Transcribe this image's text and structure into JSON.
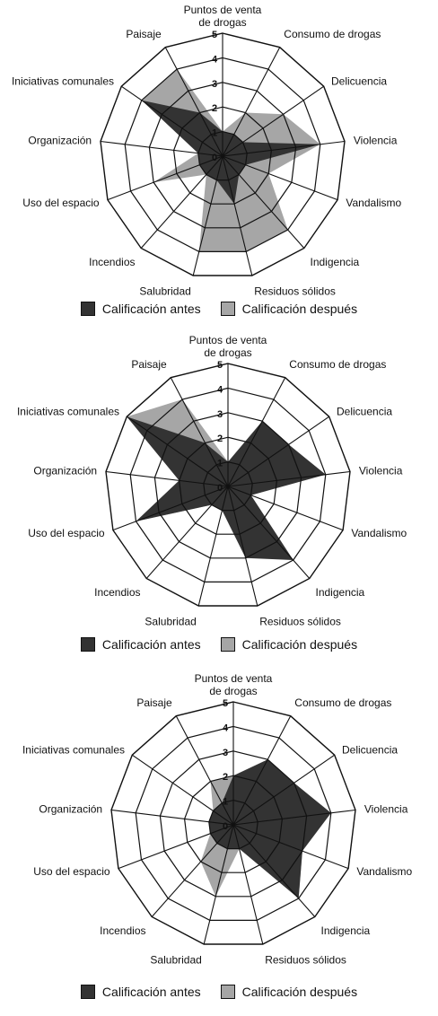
{
  "colors": {
    "antes": "#333333",
    "despues": "#a6a6a6",
    "grid": "#111111"
  },
  "legend": {
    "antes": "Calificación antes",
    "despues": "Calificación después"
  },
  "chart_data": [
    {
      "type": "radar",
      "categories": [
        "Puntos de venta de drogas",
        "Consumo de drogas",
        "Delicuencia",
        "Violencia",
        "Vandalismo",
        "Indigencia",
        "Residuos sólidos",
        "Salubridad",
        "Incendios",
        "Uso del espacio",
        "Organización",
        "Iniciativas comunales",
        "Paisaje"
      ],
      "rlim": [
        0,
        5
      ],
      "ticks": [
        "0",
        "1",
        "2",
        "3",
        "4",
        "5"
      ],
      "series": [
        {
          "name": "Calificación antes",
          "values": [
            1,
            1,
            1,
            4,
            1,
            1,
            2,
            1,
            1,
            1,
            1,
            4,
            2
          ]
        },
        {
          "name": "Calificación después",
          "values": [
            1,
            2,
            3,
            4,
            2,
            4,
            4,
            4,
            1,
            3,
            1,
            4,
            4
          ]
        }
      ]
    },
    {
      "type": "radar",
      "categories": [
        "Puntos de venta de drogas",
        "Consumo de drogas",
        "Delicuencia",
        "Violencia",
        "Vandalismo",
        "Indigencia",
        "Residuos sólidos",
        "Salubridad",
        "Incendios",
        "Uso del espacio",
        "Organización",
        "Iniciativas comunales",
        "Paisaje"
      ],
      "rlim": [
        0,
        5
      ],
      "ticks": [
        "0",
        "1",
        "2",
        "3",
        "4",
        "5"
      ],
      "series": [
        {
          "name": "Calificación antes",
          "values": [
            1,
            3,
            3,
            4,
            1,
            4,
            3,
            1,
            1,
            4,
            2,
            5,
            2
          ]
        },
        {
          "name": "Calificación después",
          "values": [
            1,
            1,
            3,
            4,
            1,
            4,
            2,
            1,
            1,
            4,
            2,
            5,
            4
          ]
        }
      ]
    },
    {
      "type": "radar",
      "categories": [
        "Puntos de venta de drogas",
        "Consumo de drogas",
        "Delicuencia",
        "Violencia",
        "Vandalismo",
        "Indigencia",
        "Residuos sólidos",
        "Salubridad",
        "Incendios",
        "Uso del espacio",
        "Organización",
        "Iniciativas comunales",
        "Paisaje"
      ],
      "rlim": [
        0,
        5
      ],
      "ticks": [
        "0",
        "1",
        "2",
        "3",
        "4",
        "5"
      ],
      "series": [
        {
          "name": "Calificación antes",
          "values": [
            2,
            3,
            3,
            4,
            3,
            4,
            1,
            1,
            1,
            1,
            1,
            1,
            1
          ]
        },
        {
          "name": "Calificación después",
          "values": [
            2,
            3,
            3,
            4,
            3,
            4,
            1,
            3,
            2,
            1,
            1,
            1,
            2
          ]
        }
      ]
    }
  ]
}
